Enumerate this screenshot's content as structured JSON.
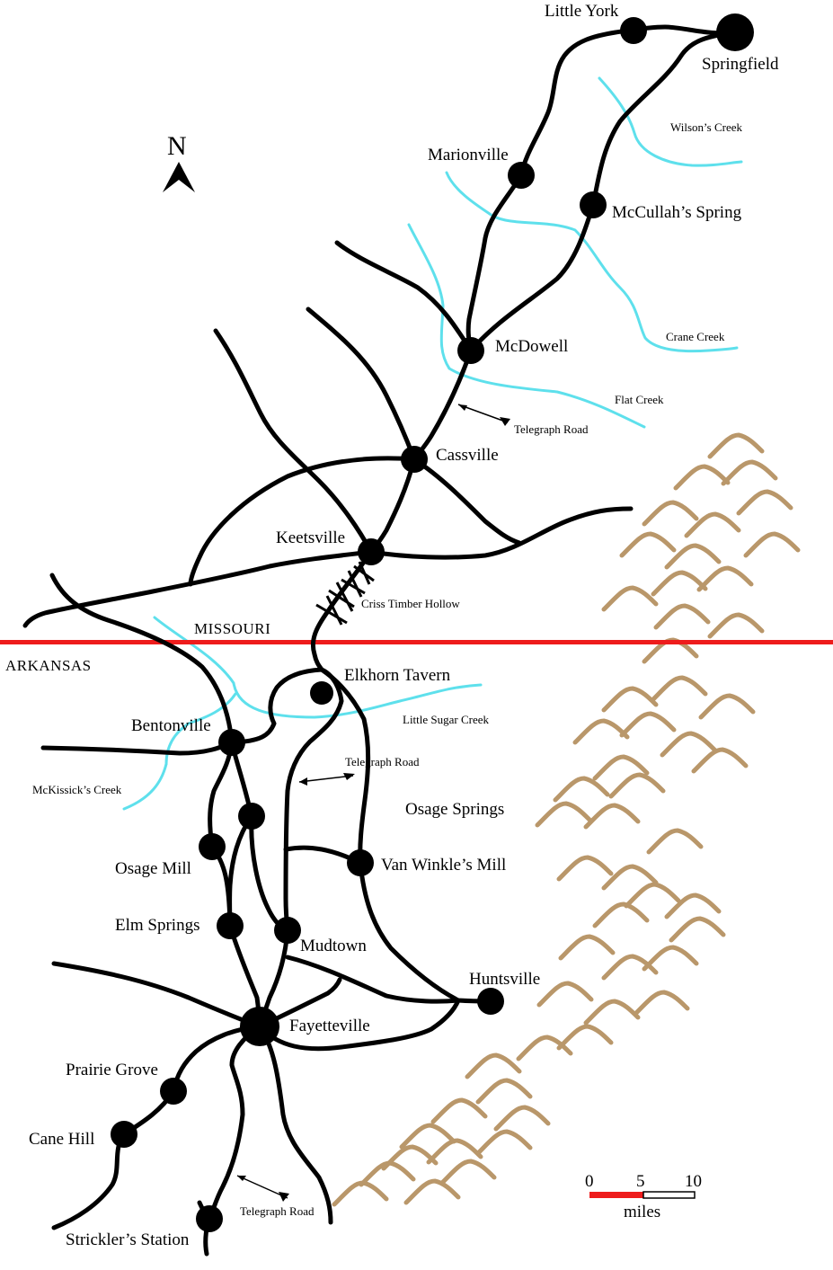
{
  "colors": {
    "road": "#000000",
    "creek": "#5ee0ec",
    "border": "#ee1c1c",
    "mountains": "#b9976a",
    "scale_red": "#ee1c1c",
    "scale_white": "#ffffff"
  },
  "compass": {
    "label": "N",
    "icon": "north-arrow-icon"
  },
  "states": {
    "north": "MISSOURI",
    "south": "ARKANSAS"
  },
  "towns": {
    "little_york": "Little York",
    "springfield": "Springfield",
    "marionville": "Marionville",
    "mccullahs_spring": "McCullah’s Spring",
    "mcdowell": "McDowell",
    "cassville": "Cassville",
    "keetsville": "Keetsville",
    "elkhorn_tavern": "Elkhorn Tavern",
    "bentonville": "Bentonville",
    "osage_springs": "Osage Springs",
    "van_winkles_mill": "Van Winkle’s Mill",
    "osage_mill": "Osage Mill",
    "elm_springs": "Elm Springs",
    "mudtown": "Mudtown",
    "huntsville": "Huntsville",
    "fayetteville": "Fayetteville",
    "prairie_grove": "Prairie Grove",
    "cane_hill": "Cane Hill",
    "stricklers_station": "Strickler’s Station"
  },
  "creeks": {
    "wilsons_creek": "Wilson’s Creek",
    "crane_creek": "Crane Creek",
    "flat_creek": "Flat Creek",
    "little_sugar_creek": "Little Sugar Creek",
    "mckissicks_creek": "McKissick’s Creek"
  },
  "features": {
    "criss_timber_hollow": "Criss Timber Hollow",
    "telegraph_road_1": "Telegraph Road",
    "telegraph_road_2": "Telegraph Road",
    "telegraph_road_3": "Telegraph Road"
  },
  "scale": {
    "tick_0": "0",
    "tick_5": "5",
    "tick_10": "10",
    "unit": "miles"
  }
}
